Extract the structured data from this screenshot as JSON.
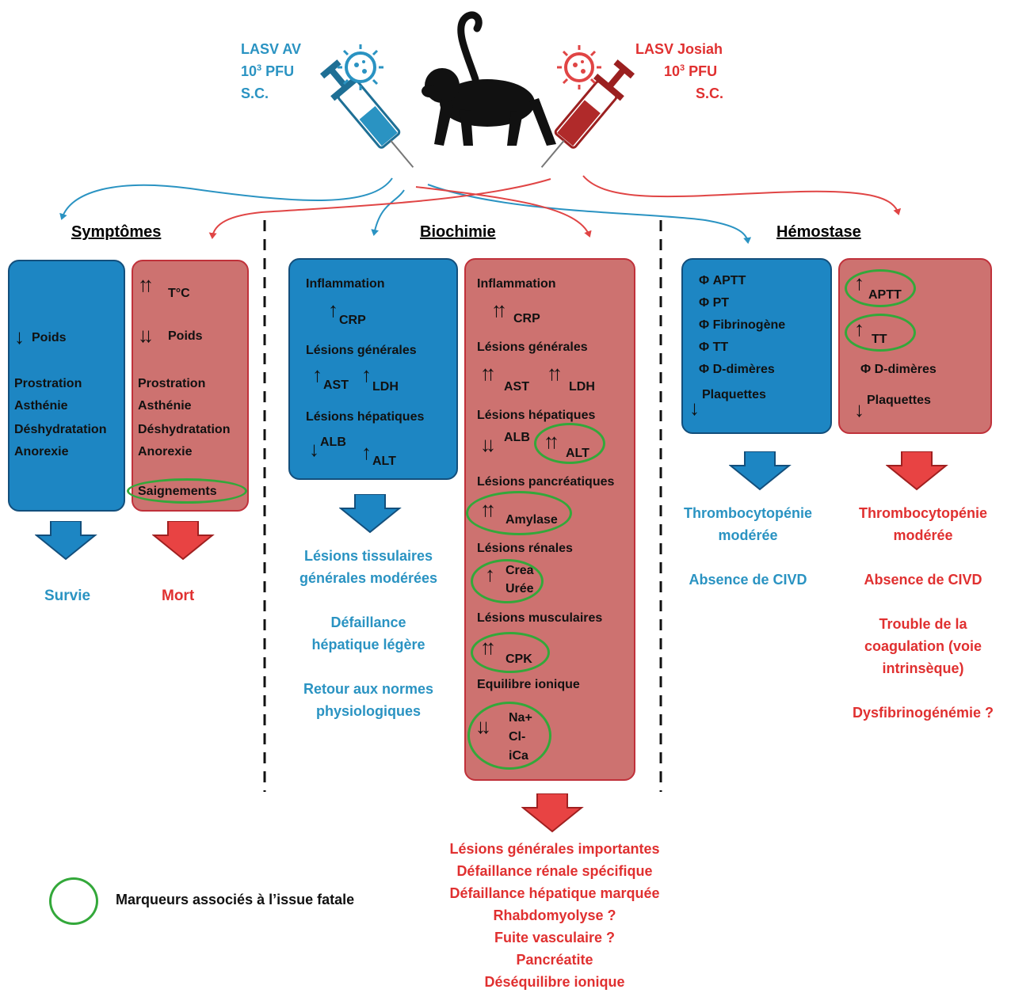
{
  "infection": {
    "left": {
      "l1": "LASV AV",
      "l2": "10³ PFU",
      "l3": "S.C."
    },
    "right": {
      "l1": "LASV Josiah",
      "l2": "10³ PFU",
      "l3": "S.C."
    }
  },
  "sections": {
    "symptomes": "Symptômes",
    "biochimie": "Biochimie",
    "hemostase": "Hémostase"
  },
  "symptomes": {
    "blue": {
      "poids": "Poids",
      "l1": "Prostration",
      "l2": "Asthénie",
      "l3": "Déshydratation",
      "l4": "Anorexie"
    },
    "red": {
      "temp": "T°C",
      "poids": "Poids",
      "l1": "Prostration",
      "l2": "Asthénie",
      "l3": "Déshydratation",
      "l4": "Anorexie",
      "saignements": "Saignements"
    },
    "outcome_blue": "Survie",
    "outcome_red": "Mort"
  },
  "biochimie": {
    "blue": {
      "inflammation": "Inflammation",
      "crp": "CRP",
      "lesions_gen": "Lésions générales",
      "ast": "AST",
      "ldh": "LDH",
      "lesions_hep": "Lésions hépatiques",
      "alb": "ALB",
      "alt": "ALT"
    },
    "red": {
      "inflammation": "Inflammation",
      "crp": "CRP",
      "lesions_gen": "Lésions générales",
      "ast": "AST",
      "ldh": "LDH",
      "lesions_hep": "Lésions hépatiques",
      "alb": "ALB",
      "alt": "ALT",
      "lesions_panc": "Lésions pancréatiques",
      "amylase": "Amylase",
      "lesions_ren": "Lésions rénales",
      "crea": "Crea",
      "uree": "Urée",
      "lesions_musc": "Lésions musculaires",
      "cpk": "CPK",
      "equilibre": "Equilibre ionique",
      "na": "Na+",
      "cl": "Cl-",
      "ica": "iCa"
    },
    "concl_blue": [
      "Lésions tissulaires",
      "générales modérées",
      "Défaillance",
      "hépatique légère",
      "Retour aux normes",
      "physiologiques"
    ],
    "concl_red": [
      "Lésions générales importantes",
      "Défaillance rénale spécifique",
      "Défaillance hépatique marquée",
      "Rhabdomyolyse ?",
      "Fuite vasculaire ?",
      "Pancréatite",
      "Déséquilibre ionique"
    ]
  },
  "hemostase": {
    "blue": {
      "aptt": "Φ APTT",
      "pt": "Φ PT",
      "fib": "Φ Fibrinogène",
      "tt": "Φ TT",
      "dd": "Φ D-dimères",
      "plaq": "Plaquettes"
    },
    "red": {
      "aptt": "APTT",
      "tt": "TT",
      "dd": "Φ D-dimères",
      "plaq": "Plaquettes"
    },
    "concl_blue": [
      "Thrombocytopénie",
      "modérée",
      "Absence de CIVD"
    ],
    "concl_red": [
      "Thrombocytopénie",
      "modérée",
      "Absence de CIVD",
      "Trouble de la",
      "coagulation (voie",
      "intrinsèque)",
      "Dysfibrinogénémie ?"
    ]
  },
  "legend": {
    "label": "Marqueurs associés à l’issue fatale"
  },
  "colors": {
    "blue": "#1d86c3",
    "red": "#cd7270",
    "blue_text": "#2a93c2",
    "red_text": "#e03030",
    "ring": "#33a83a"
  }
}
